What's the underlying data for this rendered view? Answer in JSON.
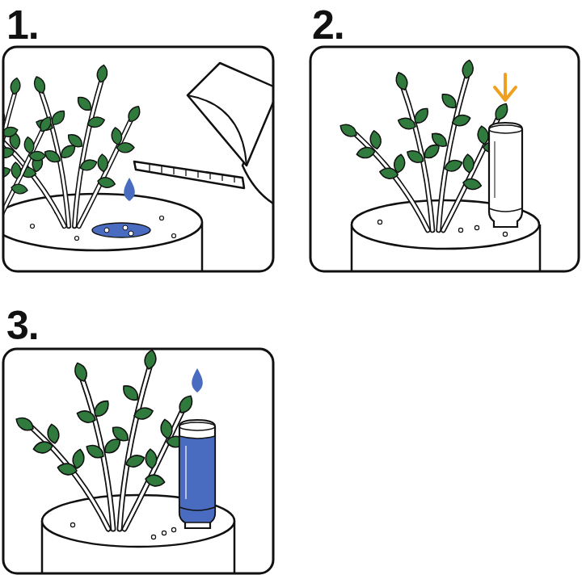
{
  "diagram": {
    "labels": [
      "1.",
      "2.",
      "3."
    ]
  }
}
